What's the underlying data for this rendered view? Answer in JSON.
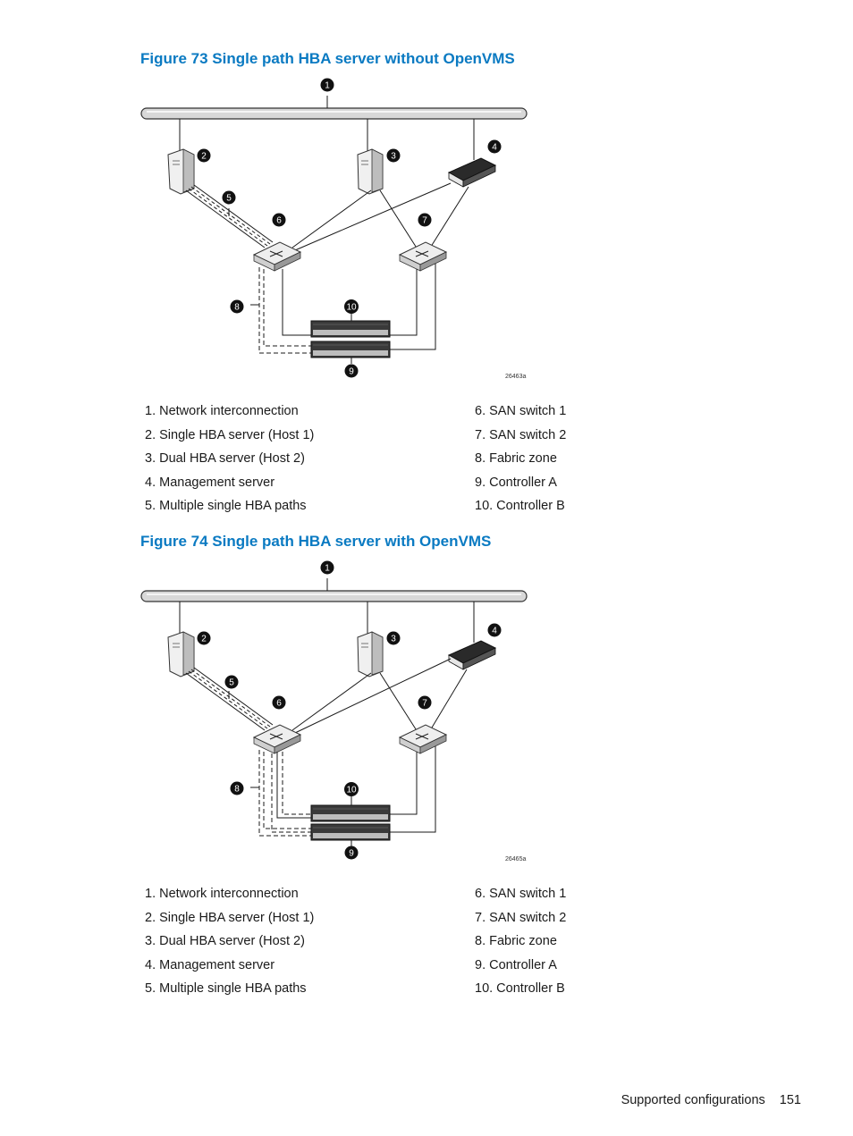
{
  "figures": [
    {
      "title": "Figure 73 Single path HBA server without OpenVMS",
      "figure_id": "26463a",
      "callouts": [
        "1",
        "2",
        "3",
        "4",
        "5",
        "6",
        "7",
        "8",
        "9",
        "10"
      ],
      "legend_left": [
        "1. Network interconnection",
        "2. Single HBA server (Host 1)",
        "3. Dual HBA server (Host 2)",
        "4. Management server",
        "5. Multiple single HBA paths"
      ],
      "legend_right": [
        "6. SAN switch 1",
        "7. SAN switch 2",
        "8. Fabric zone",
        "9. Controller A",
        "10. Controller B"
      ]
    },
    {
      "title": "Figure 74 Single path HBA server with OpenVMS",
      "figure_id": "26465a",
      "callouts": [
        "1",
        "2",
        "3",
        "4",
        "5",
        "6",
        "7",
        "8",
        "9",
        "10"
      ],
      "legend_left": [
        "1. Network interconnection",
        "2. Single HBA server (Host 1)",
        "3. Dual HBA server (Host 2)",
        "4. Management server",
        "5. Multiple single HBA paths"
      ],
      "legend_right": [
        "6. SAN switch 1",
        "7. SAN switch 2",
        "8. Fabric zone",
        "9. Controller A",
        "10. Controller B"
      ]
    }
  ],
  "footer": {
    "section": "Supported configurations",
    "page_number": "151"
  },
  "colors": {
    "title": "#0a7ac2",
    "callout": "#111111",
    "line": "#1a1a1a"
  },
  "icons": {
    "network-bar": "network-interconnection-icon",
    "tower-server": "tower-server-icon",
    "rack-server": "management-server-icon",
    "switch": "san-switch-icon",
    "controller": "controller-icon"
  }
}
